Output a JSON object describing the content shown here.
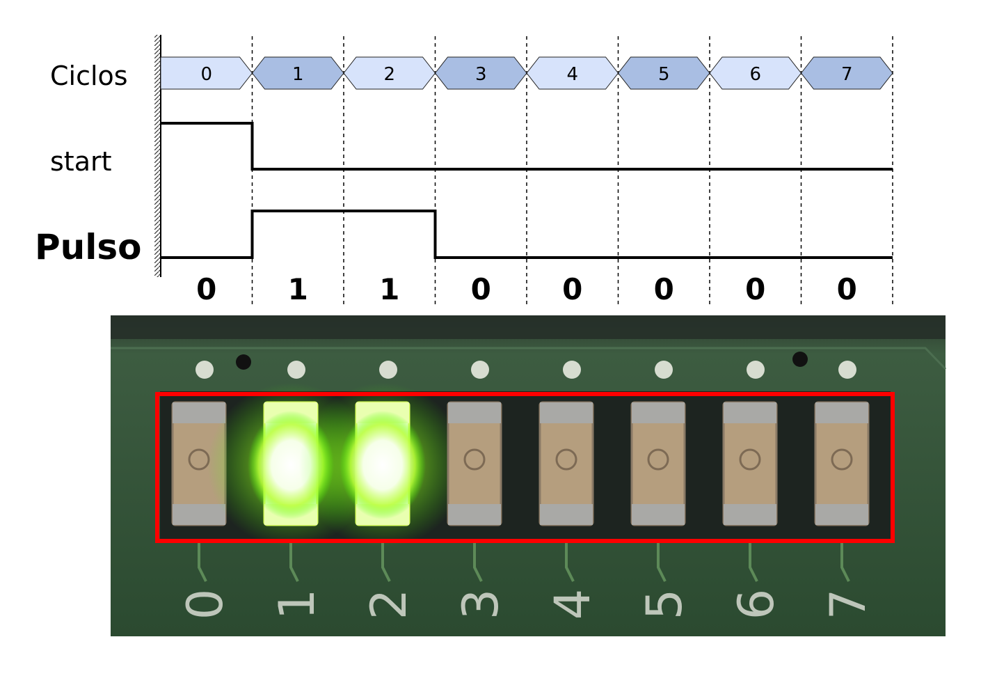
{
  "timing": {
    "labels": {
      "cycles": "Ciclos",
      "start": "start",
      "pulse": "Pulso"
    },
    "cycles": [
      "0",
      "1",
      "2",
      "3",
      "4",
      "5",
      "6",
      "7"
    ],
    "start_levels": [
      1,
      0,
      0,
      0,
      0,
      0,
      0,
      0
    ],
    "pulse_levels": [
      0,
      1,
      1,
      0,
      0,
      0,
      0,
      0
    ],
    "bits": [
      "0",
      "1",
      "1",
      "0",
      "0",
      "0",
      "0",
      "0"
    ],
    "colors": {
      "cycle_light": "#d7e3fb",
      "cycle_dark": "#a9bee3",
      "wave": "#000000"
    }
  },
  "board": {
    "silkscreen": [
      "0",
      "1",
      "2",
      "3",
      "4",
      "5",
      "6",
      "7"
    ],
    "led_states": [
      false,
      true,
      true,
      false,
      false,
      false,
      false,
      false
    ],
    "colors": {
      "pcb": "#2f4a32",
      "highlight": "#ff0000",
      "led_on": "#c8ff3a"
    }
  }
}
